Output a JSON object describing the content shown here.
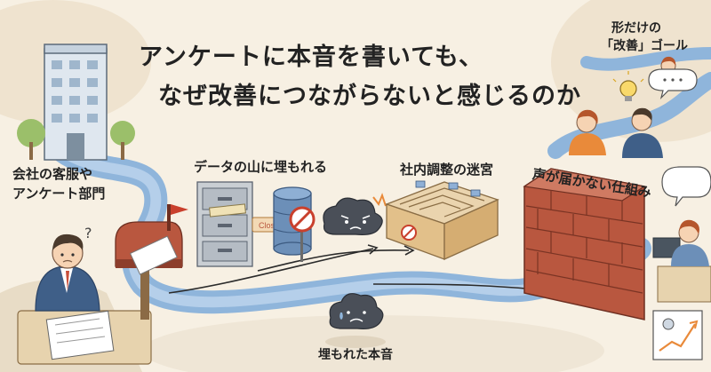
{
  "title": {
    "line1": "アンケートに本音を書いても、",
    "line2": "なぜ改善につながらないと感じるのか"
  },
  "stages": {
    "department": {
      "line1": "会社の客服や",
      "line2": "アンケート部門"
    },
    "data_mountain": "データの山に埋もれる",
    "maze": "社内調整の迷宮",
    "wall": "声が届かない仕組み",
    "goal": {
      "line1": "形だけの",
      "line2": "「改善」ゴール"
    },
    "buried": "埋もれた本音"
  },
  "small_labels": {
    "closed_tag": "Closed"
  },
  "colors": {
    "background": "#f7f0e3",
    "river": "#8fb5db",
    "river_dark": "#6e98c8",
    "brick": "#b9573f",
    "suit": "#3f5f88",
    "accent_orange": "#e98a3a"
  },
  "icons": {
    "building": "office-building-icon",
    "mailbox": "mailbox-icon",
    "cabinet": "filing-cabinet-icon",
    "database": "database-icon",
    "no_sign": "no-entry-icon",
    "cloud_angry": "angry-cloud-icon",
    "cloud_sad": "sad-cloud-icon",
    "maze": "maze-box-icon",
    "wall": "brick-wall-icon",
    "lightbulb": "lightbulb-icon",
    "chart": "growth-chart-icon"
  }
}
